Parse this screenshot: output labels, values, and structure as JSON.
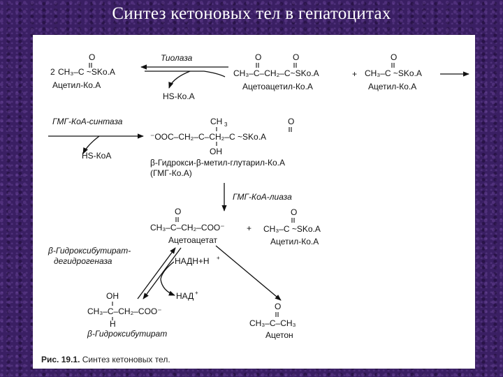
{
  "title": "Синтез кетоновых тел в гепатоцитах",
  "caption": {
    "label": "Рис. 19.1.",
    "text": "Синтез кетоновых тел."
  },
  "oxo": "O",
  "enzymes": {
    "thiolase": "Тиолаза",
    "hmg_synthase": "ГМГ-КоА-синтаза",
    "hmg_lyase": "ГМГ-КоА-лиаза",
    "hbdh_line1": "β-Гидроксибутират-",
    "hbdh_line2": "дегидрогеназа"
  },
  "cofactors": {
    "hs_coa": "HS-Ко.А",
    "hs_coa_2": "HS-КоА",
    "nadh": "НАДН+Н",
    "nadh_sup": "+",
    "nad": "НАД",
    "nad_sup": "+"
  },
  "compounds": {
    "acetyl_coa_label": "Ацетил-Ко.А",
    "acetoacetyl_coa_label": "Ацетоацетил-Ко.А",
    "acetyl_coa_label_2": "Ацетил-Ко.А",
    "hmg_coa_label_1": "β-Гидрокси-β-метил-глутарил-Ко.А",
    "hmg_coa_label_2": "(ГМГ-Ко.А)",
    "acetoacetate_label": "Ацетоацетат",
    "acetyl_coa_label_3": "Ацетил-Ко.А",
    "hydroxybutyrate_label": "β-Гидроксибутират",
    "acetone_label": "Ацетон",
    "plus": "+",
    "oh": "OH",
    "h": "H",
    "ch3": "CH",
    "three": "3"
  },
  "formulas": {
    "acetyl_coa_coef": "2",
    "acetyl_coa": "CH₃–C ~SKo.A",
    "acetoacetyl_coa": "CH₃–C–CH₂–C~SKo.A",
    "acetyl_coa_2": "CH₃–C ~SKo.A",
    "hmg_coa": "⁻OOC–CH₂–C–CH₂–C ~SKo.A",
    "acetoacetate": "CH₃–C–CH₂–COO⁻",
    "acetyl_coa_3": "CH₃–C ~SKo.A",
    "hydroxybutyrate": "CH₃–C–CH₂–COO⁻",
    "acetone": "CH₃–C–CH₃"
  }
}
